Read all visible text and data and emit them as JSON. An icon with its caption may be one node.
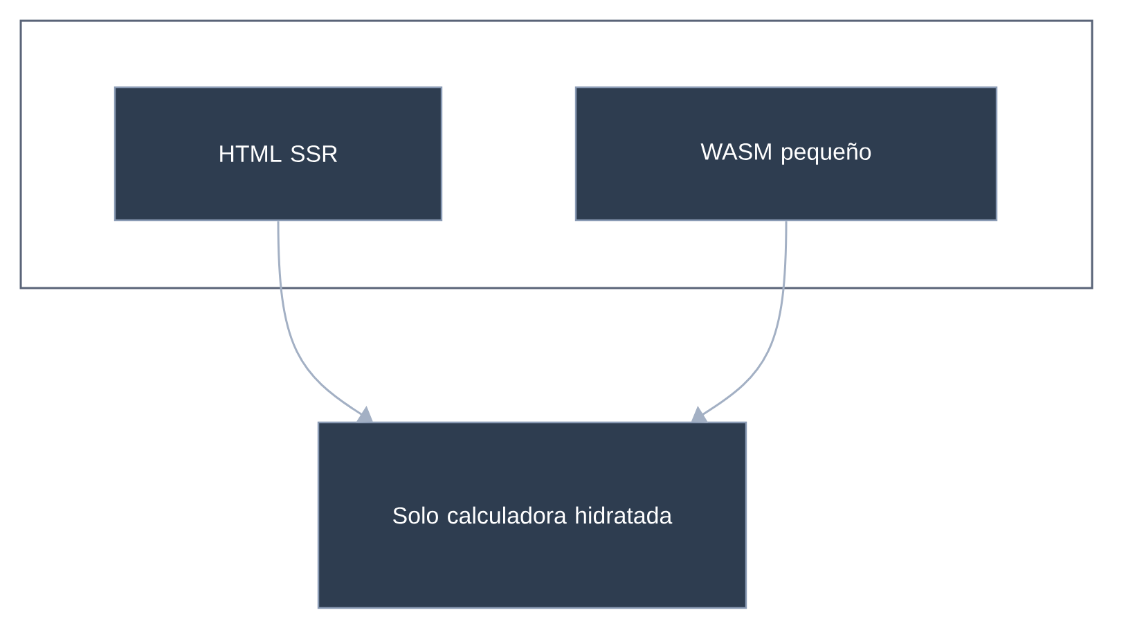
{
  "diagram": {
    "nodes": [
      {
        "text": [],
        "shape": "box"
      },
      {
        "text": [
          "HTML SSR"
        ],
        "in": 0
      },
      {
        "text": [
          "WASM pequeño"
        ],
        "in": 0
      },
      {
        "text": [
          "Solo calculadora hidratada"
        ]
      }
    ],
    "edges": [
      {
        "from": 1,
        "to": 3,
        "arrow": "to"
      },
      {
        "from": 2,
        "to": 3,
        "arrow": "to"
      }
    ]
  }
}
